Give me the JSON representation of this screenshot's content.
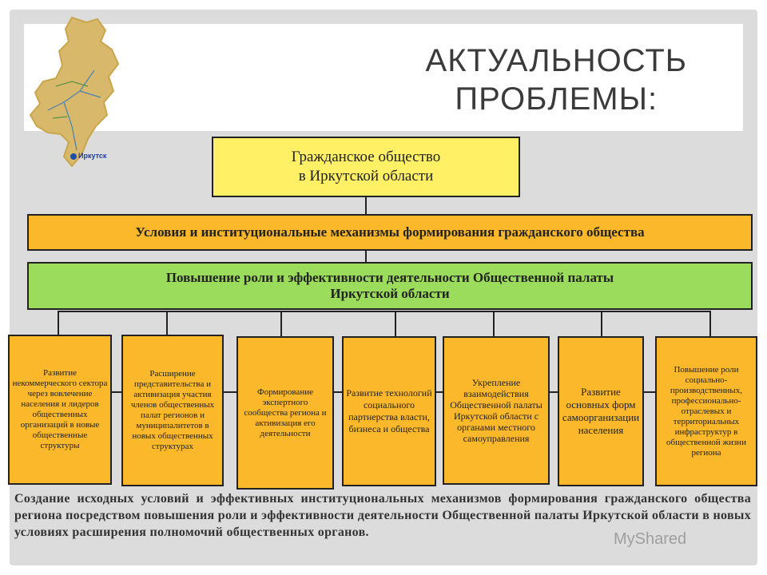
{
  "title": {
    "line1": "АКТУАЛЬНОСТЬ",
    "line2": "ПРОБЛЕМЫ:"
  },
  "map": {
    "label": "Иркутск",
    "colors": {
      "fill": "#d8b86a",
      "outline": "#c9a64d"
    }
  },
  "top_box": {
    "line1": "Гражданское общество",
    "line2": "в Иркутской области"
  },
  "band1": "Условия и институциональные механизмы  формирования гражданского общества",
  "band2": {
    "line1": "Повышение роли и эффективности деятельности Общественной палаты",
    "line2": "Иркутской области"
  },
  "leaves": [
    "Развитие некоммерческого сектора через вовлечение населения и лидеров общественных организаций в новые общественные структуры",
    "Расширение представительства и активизация участия членов общественных палат регионов и муниципалитетов в новых общественных структурах",
    "Формирование экспертного сообщества региона и активизация его деятельности",
    "Развитие технологий социального партнерства власти, бизнеса и общества",
    "Укрепление взаимодействия Общественной палаты Иркутской области с органами местного самоуправления",
    "Развитие основных форм самоорганизации населения",
    "Повышение роли социально-производственных, профессионально-отраслевых и территориальных инфраструктур в общественной жизни региона"
  ],
  "bottom_text": "Создание исходных условий и эффективных институциональных механизмов формирования гражданского общества региона посредством повышения роли и эффективности деятельности Общественной палаты Иркутской области в новых условиях расширения полномочий общественных органов.",
  "watermark": "MyShared",
  "colors": {
    "yellow": "#fff066",
    "orange": "#fbb82b",
    "green": "#9bdc5c"
  }
}
